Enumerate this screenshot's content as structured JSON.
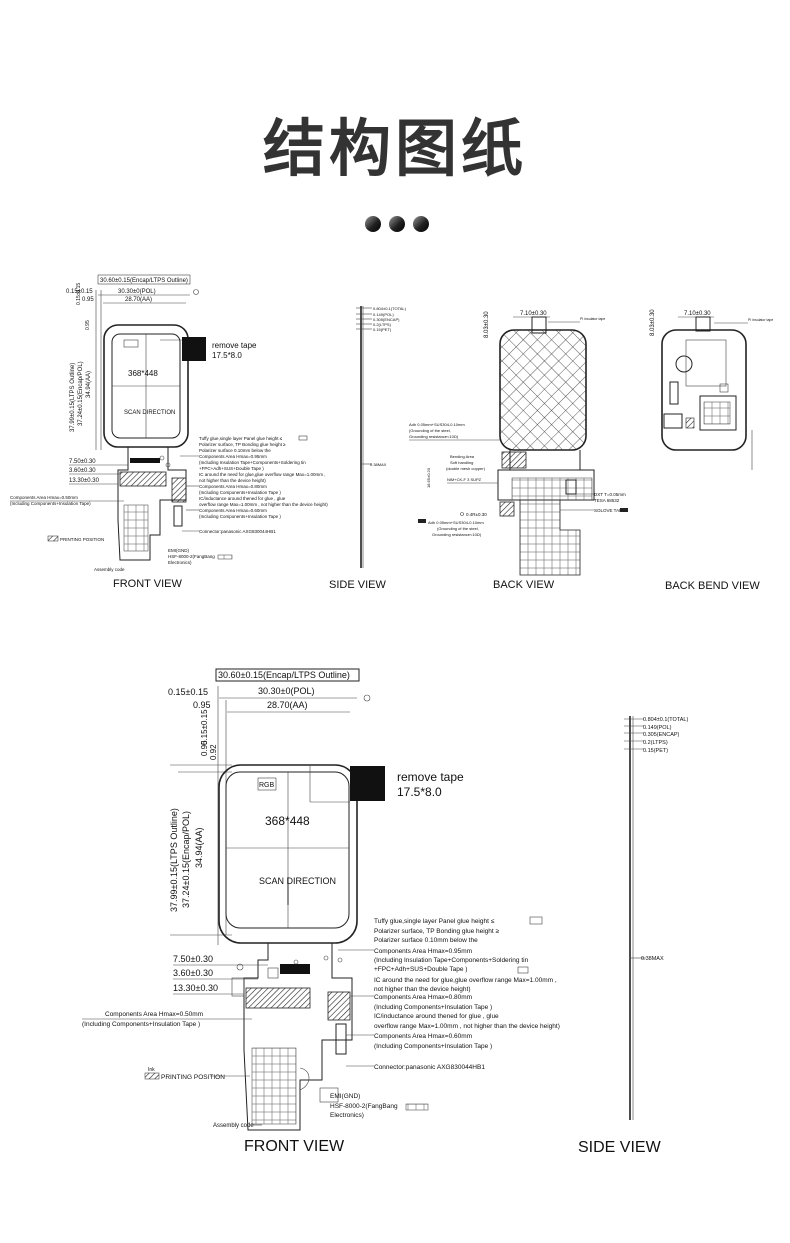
{
  "header": {
    "title": "结构图纸"
  },
  "colors": {
    "ink": "#222222",
    "title": "#333333",
    "background": "#ffffff",
    "tape": "#111111"
  },
  "icons": [
    "dot-indicator-icon",
    "mesh-hatch-icon",
    "index-hatch-icon"
  ],
  "top_panels": {
    "front": {
      "view_label": "FRONT VIEW",
      "encap_outline": "30.60±0.15(Encap/LTPS Outline)",
      "pol": "30.30±0(POL)",
      "left_offset": "0.15±0.15",
      "gap": "0.95",
      "aa": "28.70(AA)",
      "v_offset": "0.15±0.15",
      "v_gap": "0.95",
      "ltps_height": "37.99±0.15(LTPS Outline)",
      "encap_height": "37.24±0.15(Encap/POL)",
      "aa_height": "34.94(AA)",
      "remove_tape": "remove tape",
      "tape_size": "17.5*8.0",
      "resolution": "368*448",
      "scan": "SCAN DIRECTION",
      "dim_a": "7.50±0.30",
      "dim_b": "3.60±0.30",
      "dim_c": "13.30±0.30",
      "components_left_a": "Components Area Hmax=0.50mm",
      "components_left_b": "(Including Components+Insulation Tape)",
      "printing": "PRINTING POSITION",
      "assembly": "Assembly code",
      "notes": [
        "Tuffy glue,single layer Panel glue height ≤",
        "Polarizer surface, TP Bonding glue height ≥",
        "Polarizer surface 0.10mm below the",
        "Components Area Hmax=0.95mm",
        "(Including Insulation Tape+Components+Soldering tin",
        "+FPC+Adh+SUS+Double Tape )",
        "IC around the need for glue,glue overflow range Max=1.00mm ,",
        "not higher than the device height)",
        "Components Area Hmax=0.80mm",
        "(Including Components+Insulation Tape )",
        "IC/inductance around thened for glue , glue",
        "overflow range Max=1.00mm , not higher than the device height)",
        "Components Area Hmax=0.60mm",
        "(Including Components+Insulation Tape )",
        "Connector:panasonic AXG830044HB1"
      ],
      "emi": "EMI(GND)",
      "hsf": "HSF-8000-2(FangBang",
      "electronics": "Electronics)"
    },
    "side": {
      "view_label": "SIDE VIEW",
      "layers": [
        "0.804±0.1(TOTAL)",
        "0.149(POL)",
        "0.305(ENCAP)",
        "0.2(LTPS)",
        "0.15(PET)"
      ],
      "bottom": "0.38MAX"
    },
    "back": {
      "view_label": "BACK VIEW",
      "w": "7.10±0.30",
      "h": "8.03±0.30",
      "tape_note": "PI insulator tape",
      "adh_a": "Adh 0.05mm+SUS304-0.10mm",
      "adh_b": "(Grounding of the steel,",
      "adh_c": "Grounding resistance<10Ω)",
      "bend_a": "Bending Area",
      "bend_b": "Soft handling",
      "bend_c": "(double mesh copper)",
      "bend_len": "18.65±0.20",
      "nfc": "NIM+CK-F 3 SUPZ",
      "b2": "0.4R±0.30",
      "adh2_a": "Adh 0.05mm+SUS304-0.10mm",
      "adh2_b": "(Grounding of the steel,",
      "adh2_c": "Grounding resistance<10Ω)",
      "dxt": "DXT T=0.05mm",
      "tesa": "TESA 68532",
      "solder": "SOLOVE TAPE"
    },
    "back_bend": {
      "view_label": "BACK BEND VIEW",
      "w": "7.10±0.30",
      "h": "8.03±0.30",
      "tape_note": "PI insulator tape"
    }
  },
  "bottom_panel": {
    "front": {
      "view_label": "FRONT VIEW",
      "encap_outline": "30.60±0.15(Encap/LTPS Outline)",
      "left_offset": "0.15±0.15",
      "pol": "30.30±0(POL)",
      "gap": "0.95",
      "aa": "28.70(AA)",
      "v_offset": "0.15±0.15",
      "v_gap_a": "0.95",
      "v_gap_b": "0.92",
      "ltps_height": "37.99±0.15(LTPS Outline)",
      "encap_height": "37.24±0.15(Encap/POL)",
      "aa_height": "34.94(AA)",
      "rgb": "RGB",
      "remove_tape": "remove tape",
      "tape_size": "17.5*8.0",
      "resolution": "368*448",
      "scan": "SCAN DIRECTION",
      "dim_a": "7.50±0.30",
      "dim_b": "3.60±0.30",
      "dim_c": "13.30±0.30",
      "components_left_a": "Components Area Hmax=0.50mm",
      "components_left_b": "(Including Components+Insulation Tape )",
      "printing_label": "Ink",
      "printing": "PRINTING POSITION",
      "assembly": "Assembly code",
      "notes": [
        "Tuffy glue,single layer Panel glue height ≤",
        "Polarizer surface, TP Bonding glue height ≥",
        "Polarizer surface 0.10mm below the",
        "Components Area Hmax=0.95mm",
        "(Including Insulation Tape+Components+Soldering tin",
        "+FPC+Adh+SUS+Double Tape )",
        "IC around the need for glue,glue overflow range Max=1.00mm ,",
        "not higher than the device height)",
        "Components Area Hmax=0.80mm",
        "(Including Components+Insulation Tape )",
        "IC/inductance around thened for glue , glue",
        "overflow range Max=1.00mm , not higher than the device height)",
        "Components Area Hmax=0.60mm",
        "(Including Components+Insulation Tape )",
        "Connector:panasonic AXG830044HB1"
      ],
      "emi": "EMI(GND)",
      "hsf": "HSF-8000-2(FangBang",
      "electronics": "Electronics)"
    },
    "side": {
      "view_label": "SIDE VIEW",
      "layers": [
        "0.804±0.1(TOTAL)",
        "0.149(POL)",
        "0.305(ENCAP)",
        "0.2(LTPS)",
        "0.15(PET)"
      ],
      "bottom": "0.38MAX"
    }
  }
}
